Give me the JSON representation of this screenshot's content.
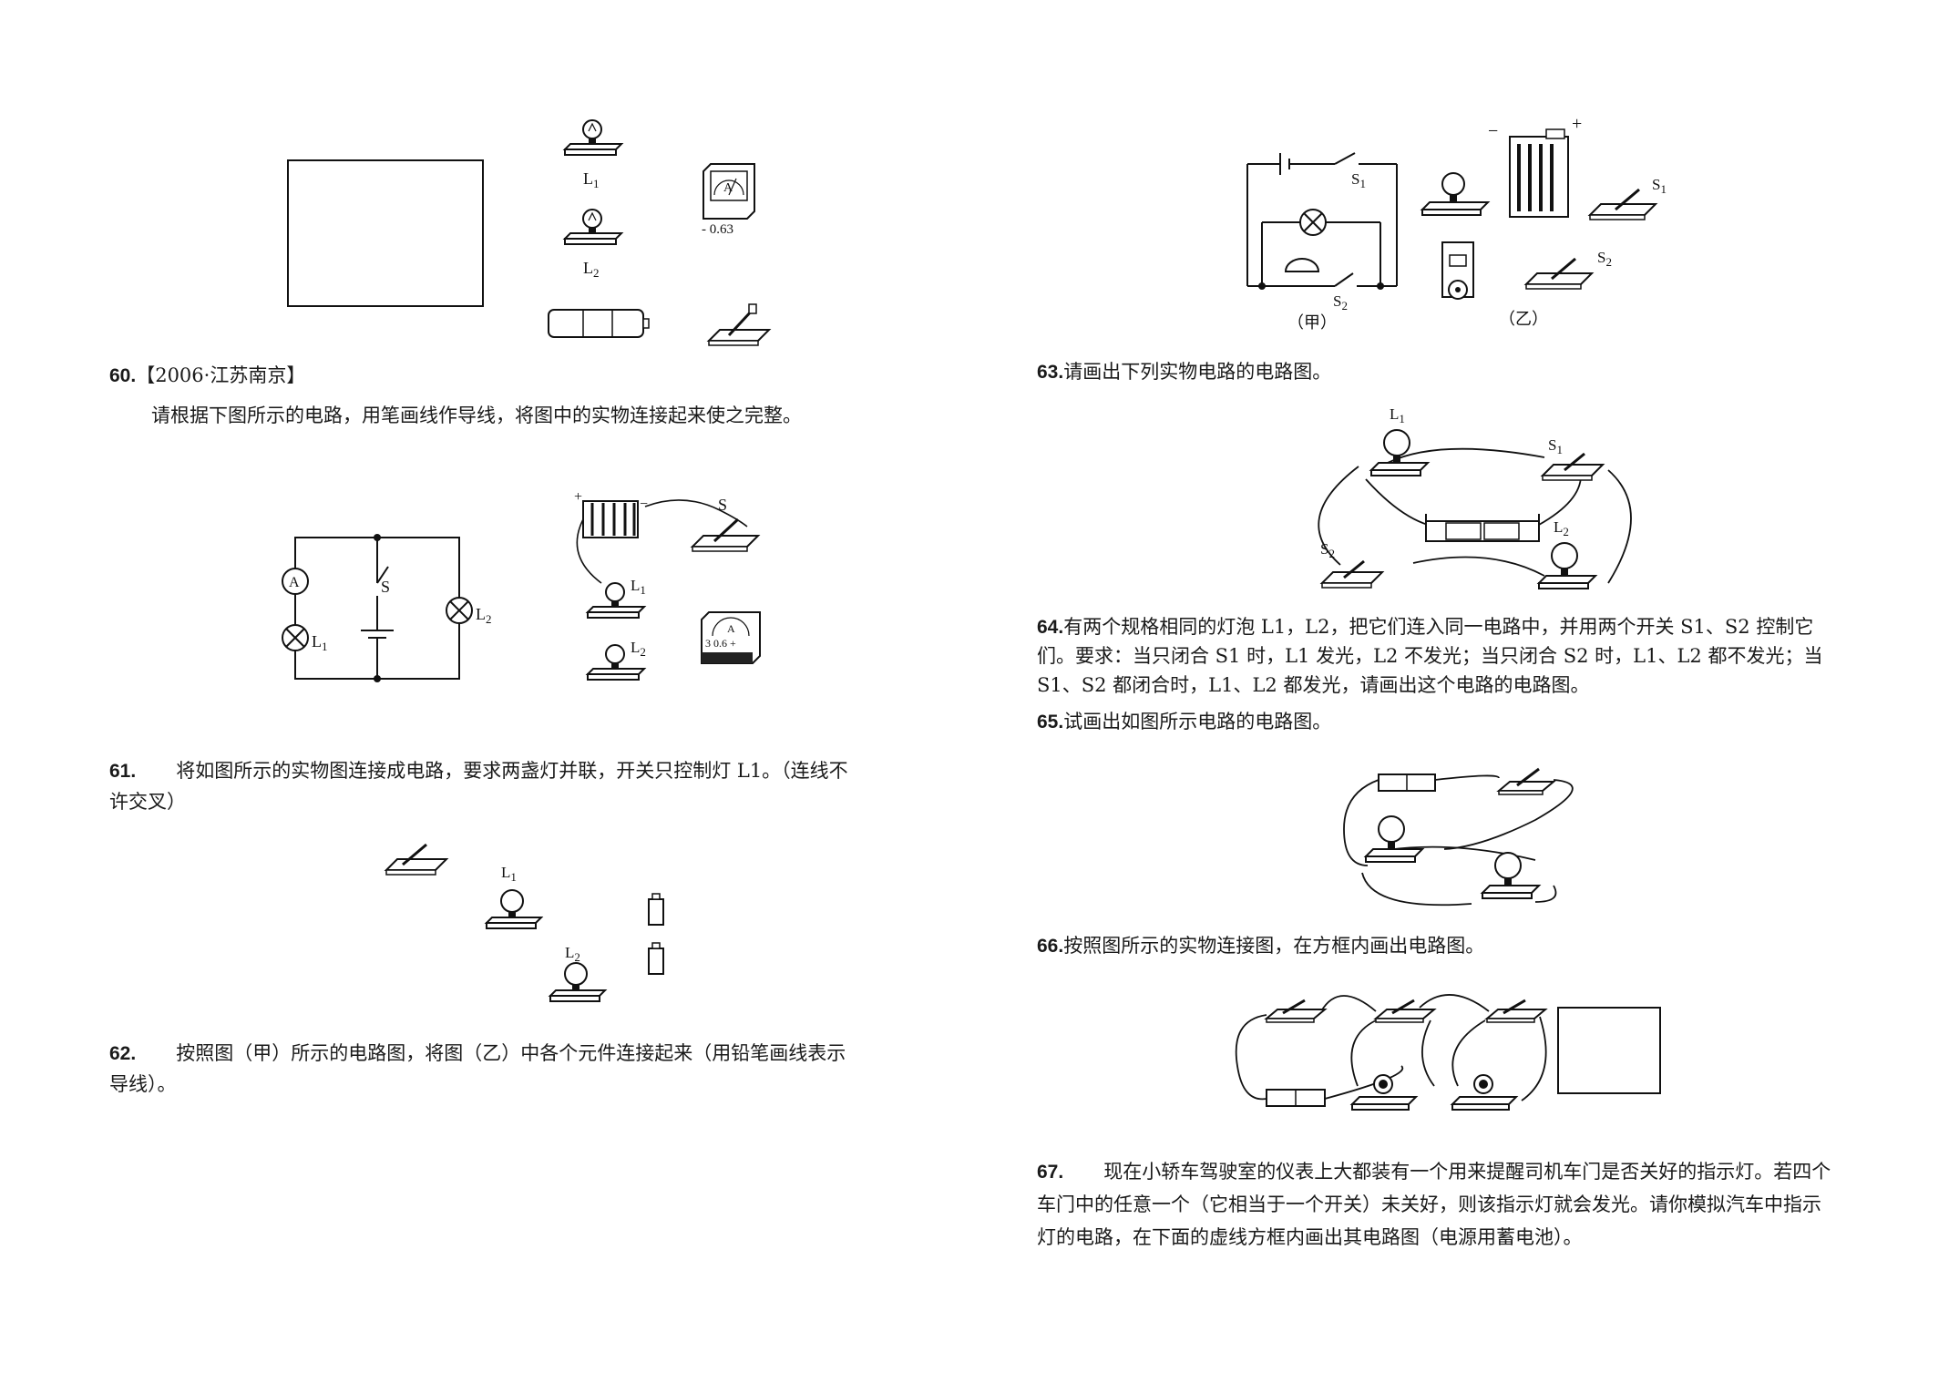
{
  "q60": {
    "num": "60.",
    "source": "【2006·江苏南京】",
    "text": "请根据下图所示的电路，用笔画线作导线，将图中的实物连接起来使之完整。"
  },
  "q61": {
    "num": "61.",
    "line1": "将如图所示的实物图连接成电路，要求两盏灯并联，开关只控制灯 L1。（连线不",
    "line2": "许交叉）"
  },
  "q62": {
    "num": "62.",
    "line1": "按照图（甲）所示的电路图，将图（乙）中各个元件连接起来（用铅笔画线表示",
    "line2": "导线）。"
  },
  "q63": {
    "num": "63.",
    "text": "请画出下列实物电路的电路图。"
  },
  "q64": {
    "num": "64.",
    "line1": "有两个规格相同的灯泡 L1，L2，把它们连入同一电路中，并用两个开关 S1、S2 控制它",
    "line2": "们。要求：当只闭合 S1 时，L1 发光，L2 不发光；当只闭合 S2 时，L1、L2 都不发光；当",
    "line3": "S1、S2 都闭合时，L1、L2 都发光，请画出这个电路的电路图。"
  },
  "q65": {
    "num": "65.",
    "text": "试画出如图所示电路的电路图。"
  },
  "q66": {
    "num": "66.",
    "text": "按照图所示的实物连接图，在方框内画出电路图。"
  },
  "q67": {
    "num": "67.",
    "line1": "现在小轿车驾驶室的仪表上大都装有一个用来提醒司机车门是否关好的指示灯。若四个",
    "line2": "车门中的任意一个（它相当于一个开关）未关好，则该指示灯就会发光。请你模拟汽车中指示",
    "line3": "灯的电路，在下面的虚线方框内画出其电路图（电源用蓄电池）。"
  },
  "labels": {
    "L": "L",
    "S": "S",
    "A": "A",
    "one": "1",
    "two": "2",
    "ammeter_scale": "- 0.63",
    "ammeter_scale2": "3 0.6 +",
    "plus": "+",
    "minus": "−",
    "jia": "（甲）",
    "yi": "（乙）"
  }
}
